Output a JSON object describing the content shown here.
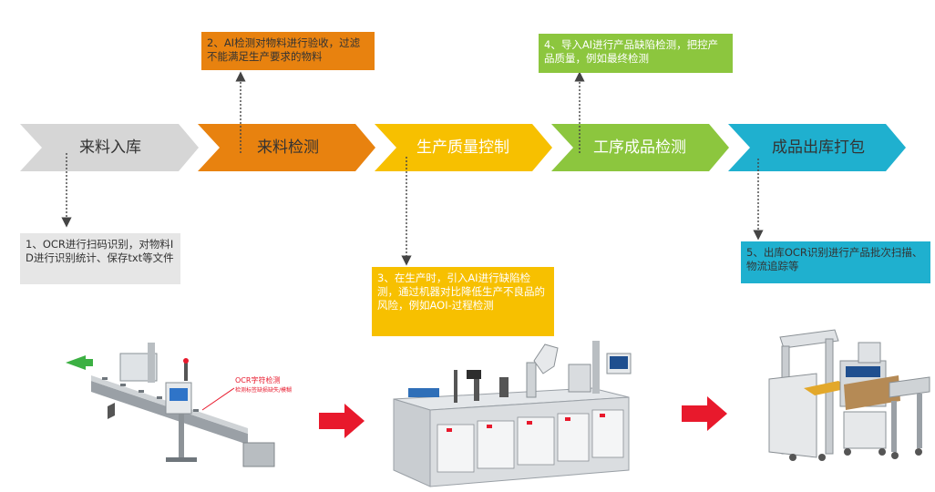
{
  "steps": [
    {
      "label": "来料入库",
      "color": "#d6d6d6",
      "text_color": "#333333"
    },
    {
      "label": "来料检测",
      "color": "#e8820f",
      "text_color": "#333333"
    },
    {
      "label": "生产质量控制",
      "color": "#f7c000",
      "text_color": "#ffffff"
    },
    {
      "label": "工序成品检测",
      "color": "#8cc63e",
      "text_color": "#ffffff"
    },
    {
      "label": "成品出库打包",
      "color": "#1fb0cf",
      "text_color": "#333333"
    }
  ],
  "notes": {
    "n1": {
      "text": "1、OCR进行扫码识别，对物料ID进行识别统计、保存txt等文件",
      "color": "#e6e6e6"
    },
    "n2": {
      "text": "2、AI检测对物料进行验收，过滤不能满足生产要求的物料",
      "color": "#e8820f"
    },
    "n3": {
      "text": "3、在生产时，引入AI进行缺陷检测，通过机器对比降低生产不良品的风险，例如AOI-过程检测",
      "color": "#f7c000"
    },
    "n4": {
      "text": "4、导入AI进行产品缺陷检测，把控产品质量，例如最终检测",
      "color": "#8cc63e"
    },
    "n5": {
      "text": "5、出库OCR识别进行产品批次扫描、物流追踪等",
      "color": "#1fb0cf"
    }
  },
  "machine1": {
    "ocr_title": "OCR字符检测",
    "ocr_subtitle": "检测标签缺损缺失/模糊"
  },
  "colors": {
    "arrow_red": "#e8192c",
    "arrow_green": "#3cb043",
    "dotted_line": "#444444"
  }
}
